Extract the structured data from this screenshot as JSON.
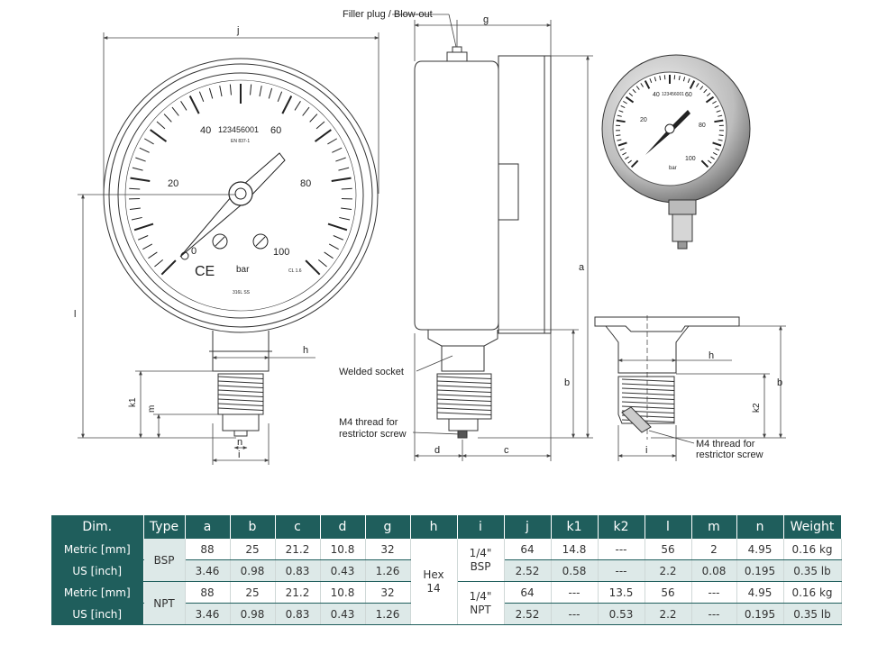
{
  "drawing": {
    "callouts": {
      "filler_plug": "Filler plug / Blow-out",
      "welded_socket": "Welded socket",
      "m4_thread_line1": "M4 thread for",
      "m4_thread_line2": "restrictor screw"
    },
    "dim_letters": [
      "j",
      "g",
      "a",
      "b",
      "c",
      "d",
      "h",
      "i",
      "k1",
      "k2",
      "l",
      "m",
      "n"
    ],
    "dial": {
      "scale_numbers": [
        "0",
        "20",
        "40",
        "60",
        "80",
        "100"
      ],
      "serial": "123456001",
      "standard": "EN 837-1",
      "unit": "bar",
      "class": "CL 1.6",
      "material": "316L SS",
      "mark": "CE"
    },
    "colors": {
      "line": "#444444",
      "accent": "#1f5e5c"
    }
  },
  "table": {
    "headers": [
      "Dim.",
      "Type",
      "a",
      "b",
      "c",
      "d",
      "g",
      "h",
      "i",
      "j",
      "k1",
      "k2",
      "l",
      "m",
      "n",
      "Weight"
    ],
    "bsp": {
      "type": "BSP",
      "thread_size": "1/4\"",
      "thread_type": "BSP",
      "metric": {
        "label": "Metric [mm]",
        "a": "88",
        "b": "25",
        "c": "21.2",
        "d": "10.8",
        "g": "32",
        "j": "64",
        "k1": "14.8",
        "k2": "---",
        "l": "56",
        "m": "2",
        "n": "4.95",
        "weight": "0.16 kg"
      },
      "us": {
        "label": "US [inch]",
        "a": "3.46",
        "b": "0.98",
        "c": "0.83",
        "d": "0.43",
        "g": "1.26",
        "j": "2.52",
        "k1": "0.58",
        "k2": "---",
        "l": "2.2",
        "m": "0.08",
        "n": "0.195",
        "weight": "0.35 lb"
      }
    },
    "npt": {
      "type": "NPT",
      "thread_size": "1/4\"",
      "thread_type": "NPT",
      "metric": {
        "label": "Metric [mm]",
        "a": "88",
        "b": "25",
        "c": "21.2",
        "d": "10.8",
        "g": "32",
        "j": "64",
        "k1": "---",
        "k2": "13.5",
        "l": "56",
        "m": "---",
        "n": "4.95",
        "weight": "0.16 kg"
      },
      "us": {
        "label": "US [inch]",
        "a": "3.46",
        "b": "0.98",
        "c": "0.83",
        "d": "0.43",
        "g": "1.26",
        "j": "2.52",
        "k1": "---",
        "k2": "0.53",
        "l": "2.2",
        "m": "---",
        "n": "0.195",
        "weight": "0.35 lb"
      }
    },
    "hex": {
      "line1": "Hex",
      "line2": "14"
    }
  }
}
